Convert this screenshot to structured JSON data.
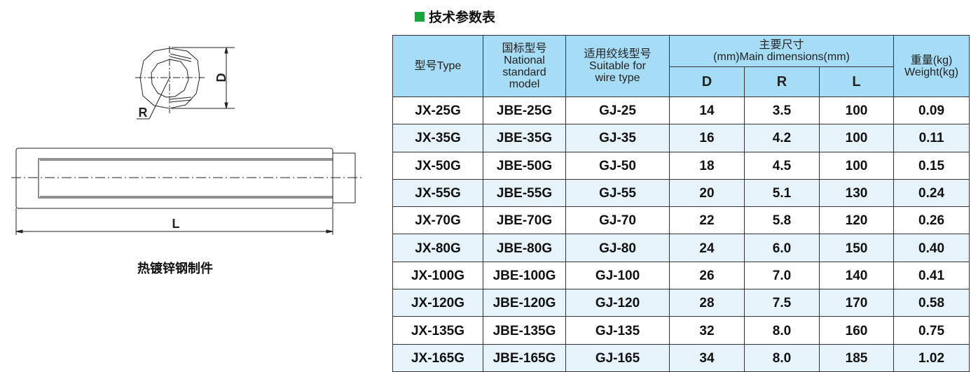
{
  "drawing": {
    "label_d": "D",
    "label_r": "R",
    "label_l": "L",
    "caption": "热镀锌钢制件"
  },
  "title": "技术参数表",
  "accent": "#1aa53c",
  "header_color": "#a6dcf5",
  "table": {
    "headers": {
      "type": "型号Type",
      "national": [
        "国标型号",
        "National",
        "standard",
        "model"
      ],
      "wire": [
        "适用绞线型号",
        "Suitable for",
        "wire type"
      ],
      "dims": [
        "主要尺寸",
        "(mm)Main dimensions(mm)"
      ],
      "d": "D",
      "r": "R",
      "l": "L",
      "weight": [
        "重量(kg)",
        "Weight(kg)"
      ]
    },
    "rows": [
      [
        "JX-25G",
        "JBE-25G",
        "GJ-25",
        "14",
        "3.5",
        "100",
        "0.09"
      ],
      [
        "JX-35G",
        "JBE-35G",
        "GJ-35",
        "16",
        "4.2",
        "100",
        "0.11"
      ],
      [
        "JX-50G",
        "JBE-50G",
        "GJ-50",
        "18",
        "4.5",
        "100",
        "0.15"
      ],
      [
        "JX-55G",
        "JBE-55G",
        "GJ-55",
        "20",
        "5.1",
        "130",
        "0.24"
      ],
      [
        "JX-70G",
        "JBE-70G",
        "GJ-70",
        "22",
        "5.8",
        "120",
        "0.26"
      ],
      [
        "JX-80G",
        "JBE-80G",
        "GJ-80",
        "24",
        "6.0",
        "150",
        "0.40"
      ],
      [
        "JX-100G",
        "JBE-100G",
        "GJ-100",
        "26",
        "7.0",
        "140",
        "0.41"
      ],
      [
        "JX-120G",
        "JBE-120G",
        "GJ-120",
        "28",
        "7.5",
        "170",
        "0.58"
      ],
      [
        "JX-135G",
        "JBE-135G",
        "GJ-135",
        "32",
        "8.0",
        "160",
        "0.75"
      ],
      [
        "JX-165G",
        "JBE-165G",
        "GJ-165",
        "34",
        "8.0",
        "185",
        "1.02"
      ]
    ]
  }
}
